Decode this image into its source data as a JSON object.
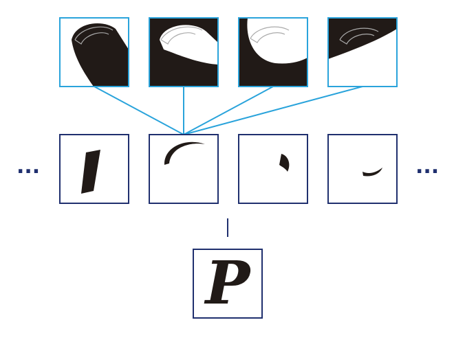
{
  "colors": {
    "zoom_frame": "#29a3db",
    "connector": "#29a3db",
    "part_frame": "#1f2f6e",
    "ellipsis": "#1f2f6e",
    "ink": "#211a17",
    "stem": "#1f2f6e",
    "outline_hint": "#aaaaaa"
  },
  "icons": {
    "ellipsis": "ellipsis-dots-glyph",
    "letter": "calligraphic-letter-glyph"
  },
  "zoom_tiles": [
    {
      "id": "zoom-1",
      "content": "ink-blob-rounded-top-with-crescent-outline"
    },
    {
      "id": "zoom-2",
      "content": "inverse-crescent-white-on-ink"
    },
    {
      "id": "zoom-3",
      "content": "ink-lower-region-curved-edge"
    },
    {
      "id": "zoom-4",
      "content": "ink-diagonal-wedge-upper-left"
    }
  ],
  "stroke_tiles": [
    {
      "id": "stroke-1",
      "content": "vertical-slanted-stroke"
    },
    {
      "id": "stroke-2",
      "content": "crescent-arc-stroke"
    },
    {
      "id": "stroke-3",
      "content": "small-comma-stroke"
    },
    {
      "id": "stroke-4",
      "content": "short-curved-dash-stroke"
    }
  ],
  "ellipsis_left": "...",
  "ellipsis_right": "...",
  "result": {
    "letter": "P"
  }
}
